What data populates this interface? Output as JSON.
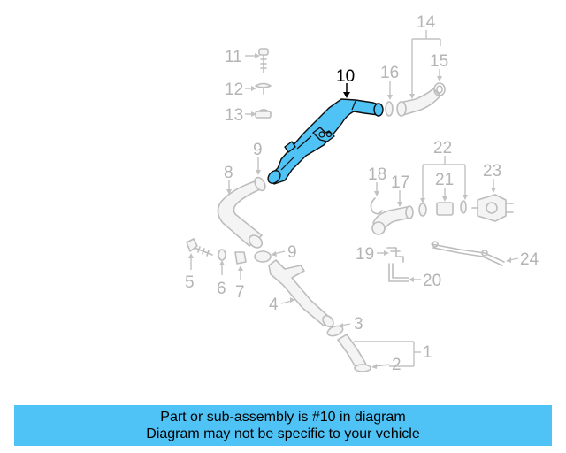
{
  "diagram": {
    "highlighted_part": "10",
    "callouts": [
      "1",
      "2",
      "3",
      "4",
      "5",
      "6",
      "7",
      "8",
      "9",
      "9",
      "10",
      "11",
      "12",
      "13",
      "14",
      "15",
      "16",
      "17",
      "18",
      "19",
      "20",
      "21",
      "22",
      "23",
      "24"
    ]
  },
  "banner": {
    "line1": "Part or sub-assembly is #10 in diagram",
    "line2": "Diagram may not be specific to your vehicle",
    "color": "#4fc3f5"
  }
}
